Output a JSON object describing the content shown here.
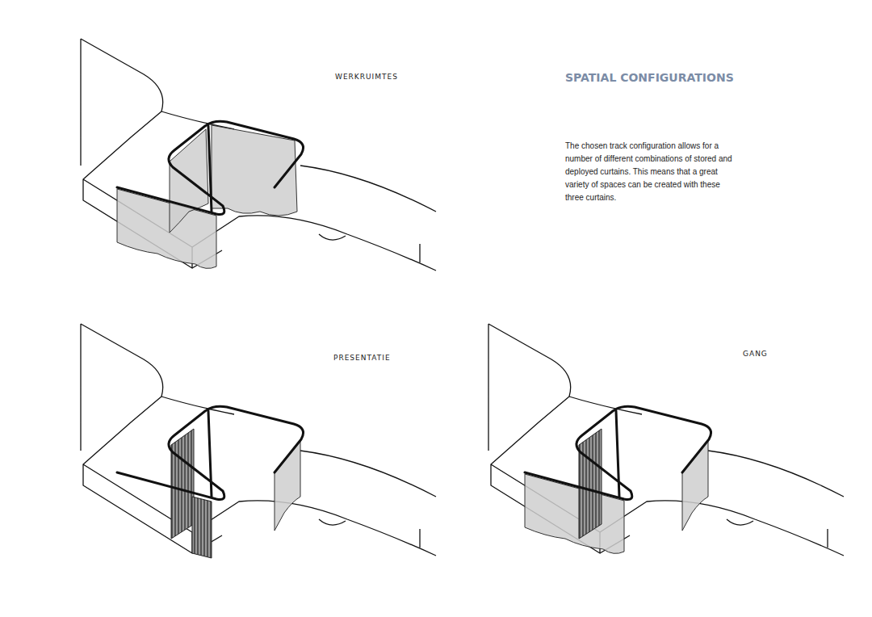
{
  "diagram": {
    "title": "SPATIAL CONFIGURATIONS",
    "labels": [
      "WERKRUIMTES",
      "PRESENTATIE",
      "GANG",
      "The chosen track configuration allows for a number of different combinations of stored and deployed curtains. This means that a great variety of spaces can be created with these three curtains."
    ]
  }
}
